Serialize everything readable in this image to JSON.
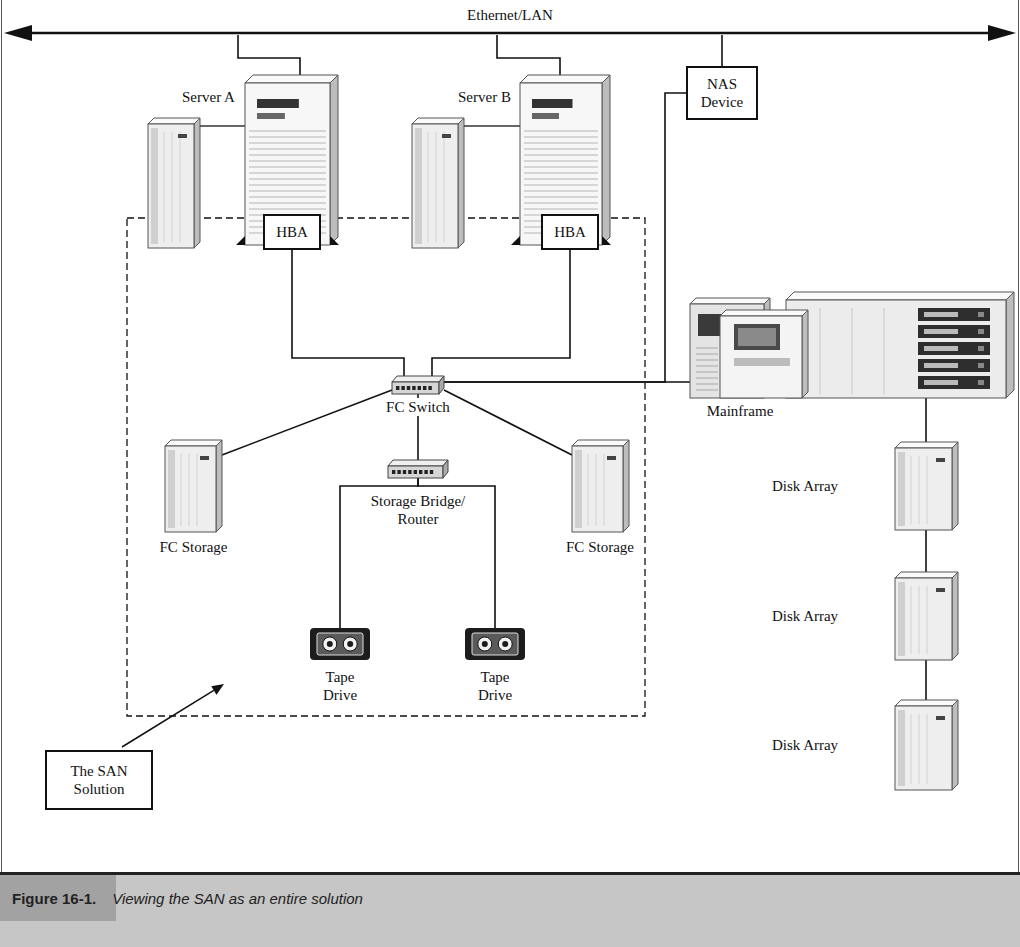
{
  "diagram": {
    "caption": "Viewing the SAN as an entire solution",
    "nodes": [
      {
        "text": [
          "Ethernet/LAN"
        ]
      },
      {
        "text": [
          "Server A"
        ]
      },
      {
        "text": [
          "Server B"
        ]
      },
      {
        "text": [
          "NAS Device"
        ]
      },
      {
        "text": [
          "HBA"
        ]
      },
      {
        "text": [
          "HBA"
        ]
      },
      {
        "text": [
          "Mainframe"
        ]
      },
      {
        "text": [
          "FC Switch"
        ]
      },
      {
        "text": [
          "FC Storage"
        ]
      },
      {
        "text": [
          "Storage Bridge/ Router"
        ]
      },
      {
        "text": [
          "FC Storage"
        ]
      },
      {
        "text": [
          "Disk Array"
        ]
      },
      {
        "text": [
          "Tape Drive"
        ]
      },
      {
        "text": [
          "Tape Drive"
        ]
      },
      {
        "text": [
          "Disk Array"
        ]
      },
      {
        "text": [
          "Disk Array"
        ]
      },
      {
        "text": [
          "The SAN Solution"
        ]
      }
    ],
    "edges": [
      {
        "from": 0,
        "to": 1,
        "arrow": "none"
      },
      {
        "from": 0,
        "to": 2,
        "arrow": "none"
      },
      {
        "from": 0,
        "to": 3,
        "arrow": "none"
      },
      {
        "from": 4,
        "to": 7,
        "arrow": "none"
      },
      {
        "from": 5,
        "to": 7,
        "arrow": "none"
      },
      {
        "from": 7,
        "to": 3,
        "arrow": "none"
      },
      {
        "from": 7,
        "to": 6,
        "arrow": "none"
      },
      {
        "from": 7,
        "to": 8,
        "arrow": "none"
      },
      {
        "from": 7,
        "to": 9,
        "arrow": "none"
      },
      {
        "from": 7,
        "to": 10,
        "arrow": "none"
      },
      {
        "from": 9,
        "to": 12,
        "arrow": "none"
      },
      {
        "from": 9,
        "to": 13,
        "arrow": "none"
      },
      {
        "from": 6,
        "to": 11,
        "arrow": "none"
      },
      {
        "from": 11,
        "to": 14,
        "arrow": "none"
      },
      {
        "from": 14,
        "to": 15,
        "arrow": "none"
      }
    ],
    "labels": [
      "Figure 16-1."
    ]
  }
}
